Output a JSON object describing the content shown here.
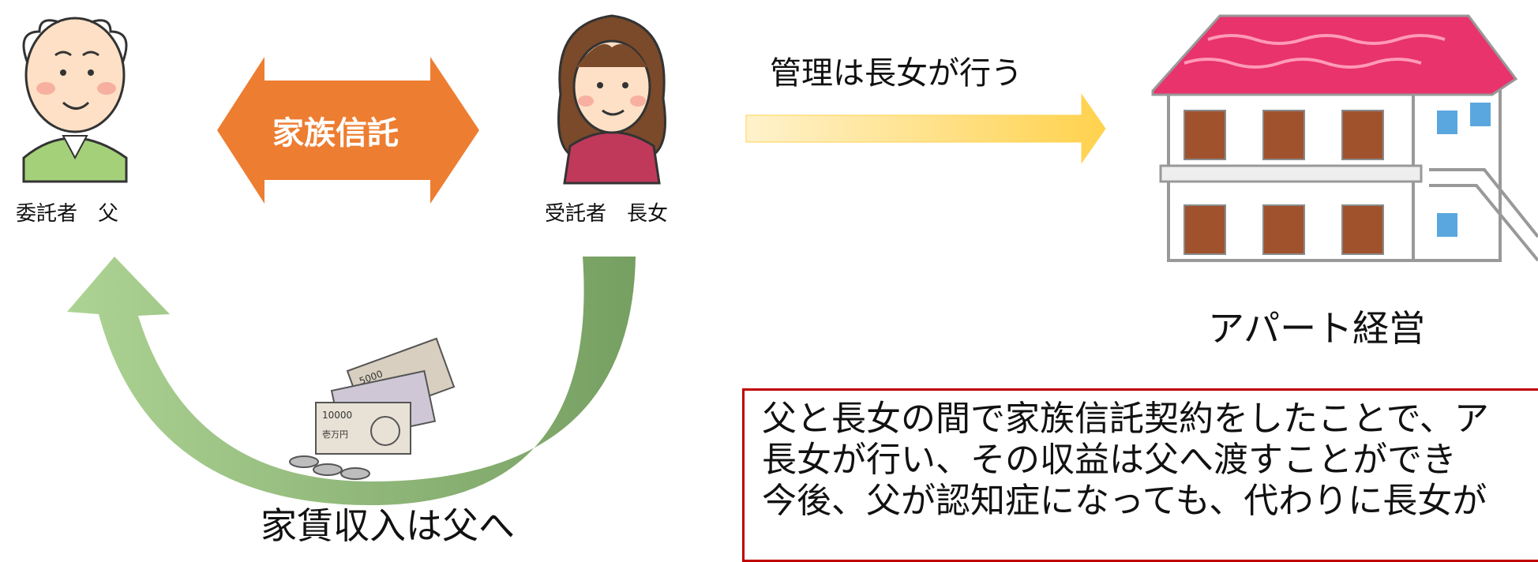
{
  "labels": {
    "settlor": "委託者　父",
    "trustee": "受託者　長女",
    "trust": "家族信託",
    "management": "管理は長女が行う",
    "apartment": "アパート経営",
    "rent": "家賃収入は父へ"
  },
  "money_text": {
    "note1": "5000",
    "note2": "10000",
    "note3": "壱万円"
  },
  "note": {
    "line1": "父と長女の間で家族信託契約をしたことで、ア",
    "line2": "長女が行い、その収益は父へ渡すことができ",
    "line3": "今後、父が認知症になっても、代わりに長女が"
  },
  "colors": {
    "trust_arrow": "#ed7d31",
    "management_arrow": "#ffd966",
    "rent_arrow": "#8fbc6a",
    "roof": "#e8336d",
    "note_border": "#c00000"
  }
}
